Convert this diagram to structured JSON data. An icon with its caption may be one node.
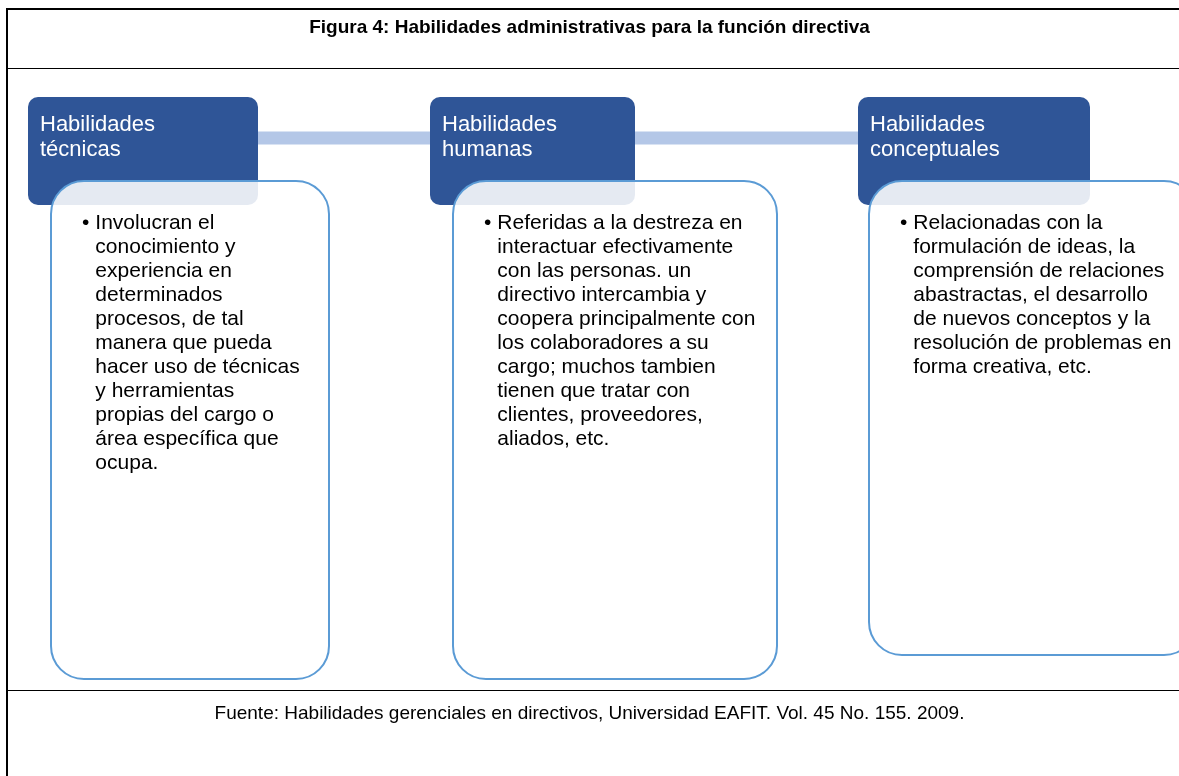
{
  "diagram": {
    "title": "Figura 4: Habilidades administrativas para la función directiva",
    "nodes": [
      {
        "text": [
          "Habilidades técnicas"
        ]
      },
      {
        "text": [
          "•",
          "Involucran el conocimiento y experiencia en determinados procesos, de tal manera que pueda hacer uso de técnicas y herramientas propias del cargo o área específica que ocupa."
        ]
      },
      {
        "text": [
          "Habilidades humanas"
        ]
      },
      {
        "text": [
          "•",
          "Referidas a la destreza en interactuar efectivamente con las personas. un directivo intercambia y coopera principalmente con los colaboradores a su cargo; muchos tambien tienen que tratar con clientes, proveedores, aliados, etc."
        ]
      },
      {
        "text": [
          "Habilidades conceptuales"
        ]
      },
      {
        "text": [
          "•",
          "Relacionadas con la formulación de ideas, la comprensión de relaciones abastractas, el desarrollo de nuevos conceptos y la resolución de problemas en forma creativa, etc."
        ]
      }
    ],
    "edges": [
      {
        "from": 0,
        "to": 2,
        "arrow": "none"
      },
      {
        "from": 2,
        "to": 4,
        "arrow": "none"
      }
    ],
    "caption": "Fuente: Habilidades gerenciales en directivos, Universidad EAFIT. Vol. 45 No. 155. 2009."
  }
}
